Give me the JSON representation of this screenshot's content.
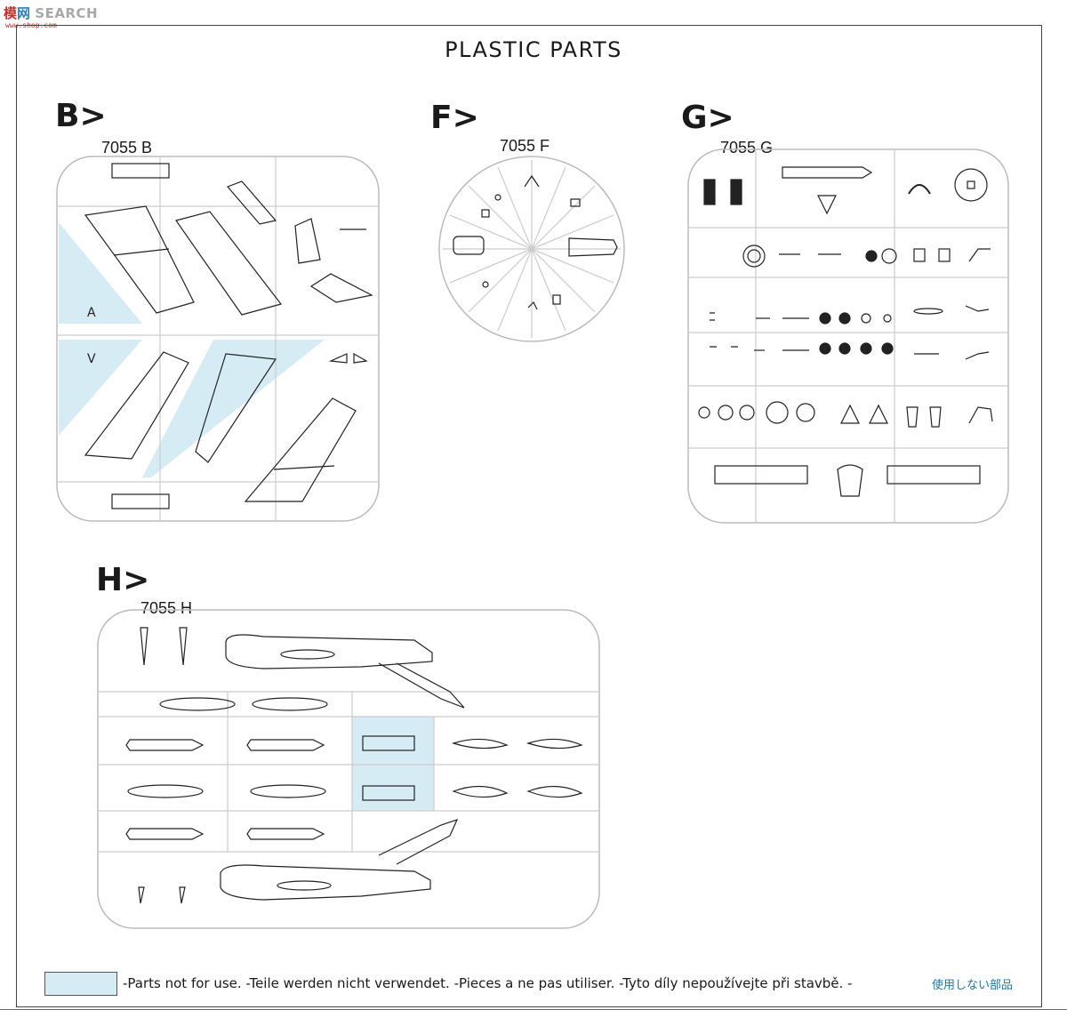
{
  "watermark": {
    "part1": "模",
    "part2": "网",
    "part3": "SEARCH",
    "sub": "www.shop.com"
  },
  "title": "PLASTIC PARTS",
  "sections": {
    "b": {
      "letter": "B>",
      "code": "7055 B"
    },
    "f": {
      "letter": "F>",
      "code": "7055 F"
    },
    "g": {
      "letter": "G>",
      "code": "7055 G"
    },
    "h": {
      "letter": "H>",
      "code": "7055 H"
    }
  },
  "footer": {
    "note": "-Parts not for use. -Teile werden nicht verwendet. -Pieces a ne pas utiliser. -Tyto díly nepoužívejte při stavbě. -",
    "note_jp": "使用しない部品",
    "swatch_color": "#d6ecf5"
  }
}
